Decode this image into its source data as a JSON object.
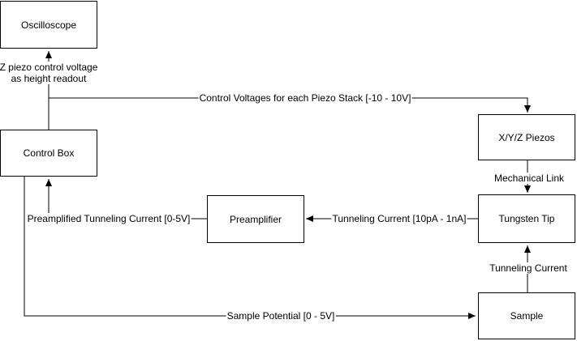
{
  "diagram": {
    "title_hint": "STM control loop block diagram",
    "colors": {
      "line": "#000000",
      "text": "#000000",
      "background": "#ffffff",
      "node_fill": "#ffffff"
    },
    "nodes": {
      "oscilloscope": {
        "label": "Oscilloscope"
      },
      "control_box": {
        "label": "Control Box"
      },
      "preamplifier": {
        "label": "Preamplifier"
      },
      "xyz_piezos": {
        "label": "X/Y/Z Piezos"
      },
      "tungsten_tip": {
        "label": "Tungsten Tip"
      },
      "sample": {
        "label": "Sample"
      }
    },
    "edges": {
      "z_piezo_height_readout": {
        "from": "Control Box",
        "to": "Oscilloscope",
        "label_line1": "Z piezo control voltage",
        "label_line2": "as height readout"
      },
      "control_voltages": {
        "from": "Control Box",
        "to": "X/Y/Z Piezos",
        "label": "Control Voltages for each Piezo Stack [-10 - 10V]"
      },
      "mechanical_link": {
        "from": "X/Y/Z Piezos",
        "to": "Tungsten Tip",
        "label": "Mechanical Link"
      },
      "tunneling_current_range": {
        "from": "Tungsten Tip",
        "to": "Preamplifier",
        "label": "Tunneling Current [10pA - 1nA]"
      },
      "preamplified_current": {
        "from": "Preamplifier",
        "to": "Control Box",
        "label": "Preamplified Tunneling Current [0-5V]"
      },
      "sample_potential": {
        "from": "Control Box",
        "to": "Sample",
        "label": "Sample Potential [0 - 5V]"
      },
      "tunneling_current": {
        "from": "Sample",
        "to": "Tungsten Tip",
        "label": "Tunneling Current"
      }
    }
  }
}
